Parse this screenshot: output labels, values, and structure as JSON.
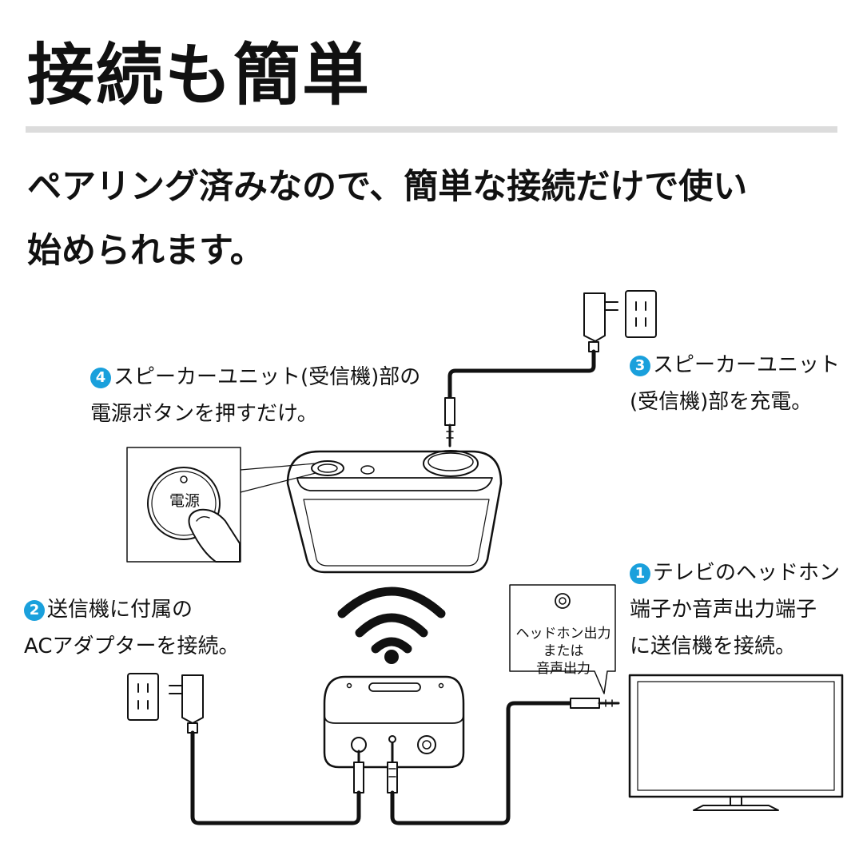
{
  "title": "接続も簡単",
  "subtitle": {
    "line1": "ペアリング済みなので、簡単な接続だけで使い",
    "line2": "始められます。"
  },
  "steps": [
    {
      "number": "1",
      "lines": [
        "テレビのヘッドホン",
        "端子か音声出力端子",
        "に送信機を接続。"
      ]
    },
    {
      "number": "2",
      "lines": [
        "送信機に付属の",
        "ACアダプターを接続。"
      ]
    },
    {
      "number": "3",
      "lines": [
        "スピーカーユニット",
        "(受信機)部を充電。"
      ]
    },
    {
      "number": "4",
      "lines": [
        "スピーカーユニット(受信機)部の",
        "電源ボタンを押すだけ。"
      ]
    }
  ],
  "button_label": "電源",
  "bubble": {
    "line1": "ヘッドホン出力",
    "line2": "または",
    "line3": "音声出力"
  },
  "colors": {
    "accent": "#1aa0dc",
    "rule": "#dcdcdc",
    "line": "#111111"
  },
  "icons": [
    "wifi-signal-icon",
    "wall-outlet-icon",
    "ac-adapter-icon",
    "audio-plug-icon",
    "headphone-jack-icon",
    "tv-icon",
    "finger-press-icon"
  ]
}
